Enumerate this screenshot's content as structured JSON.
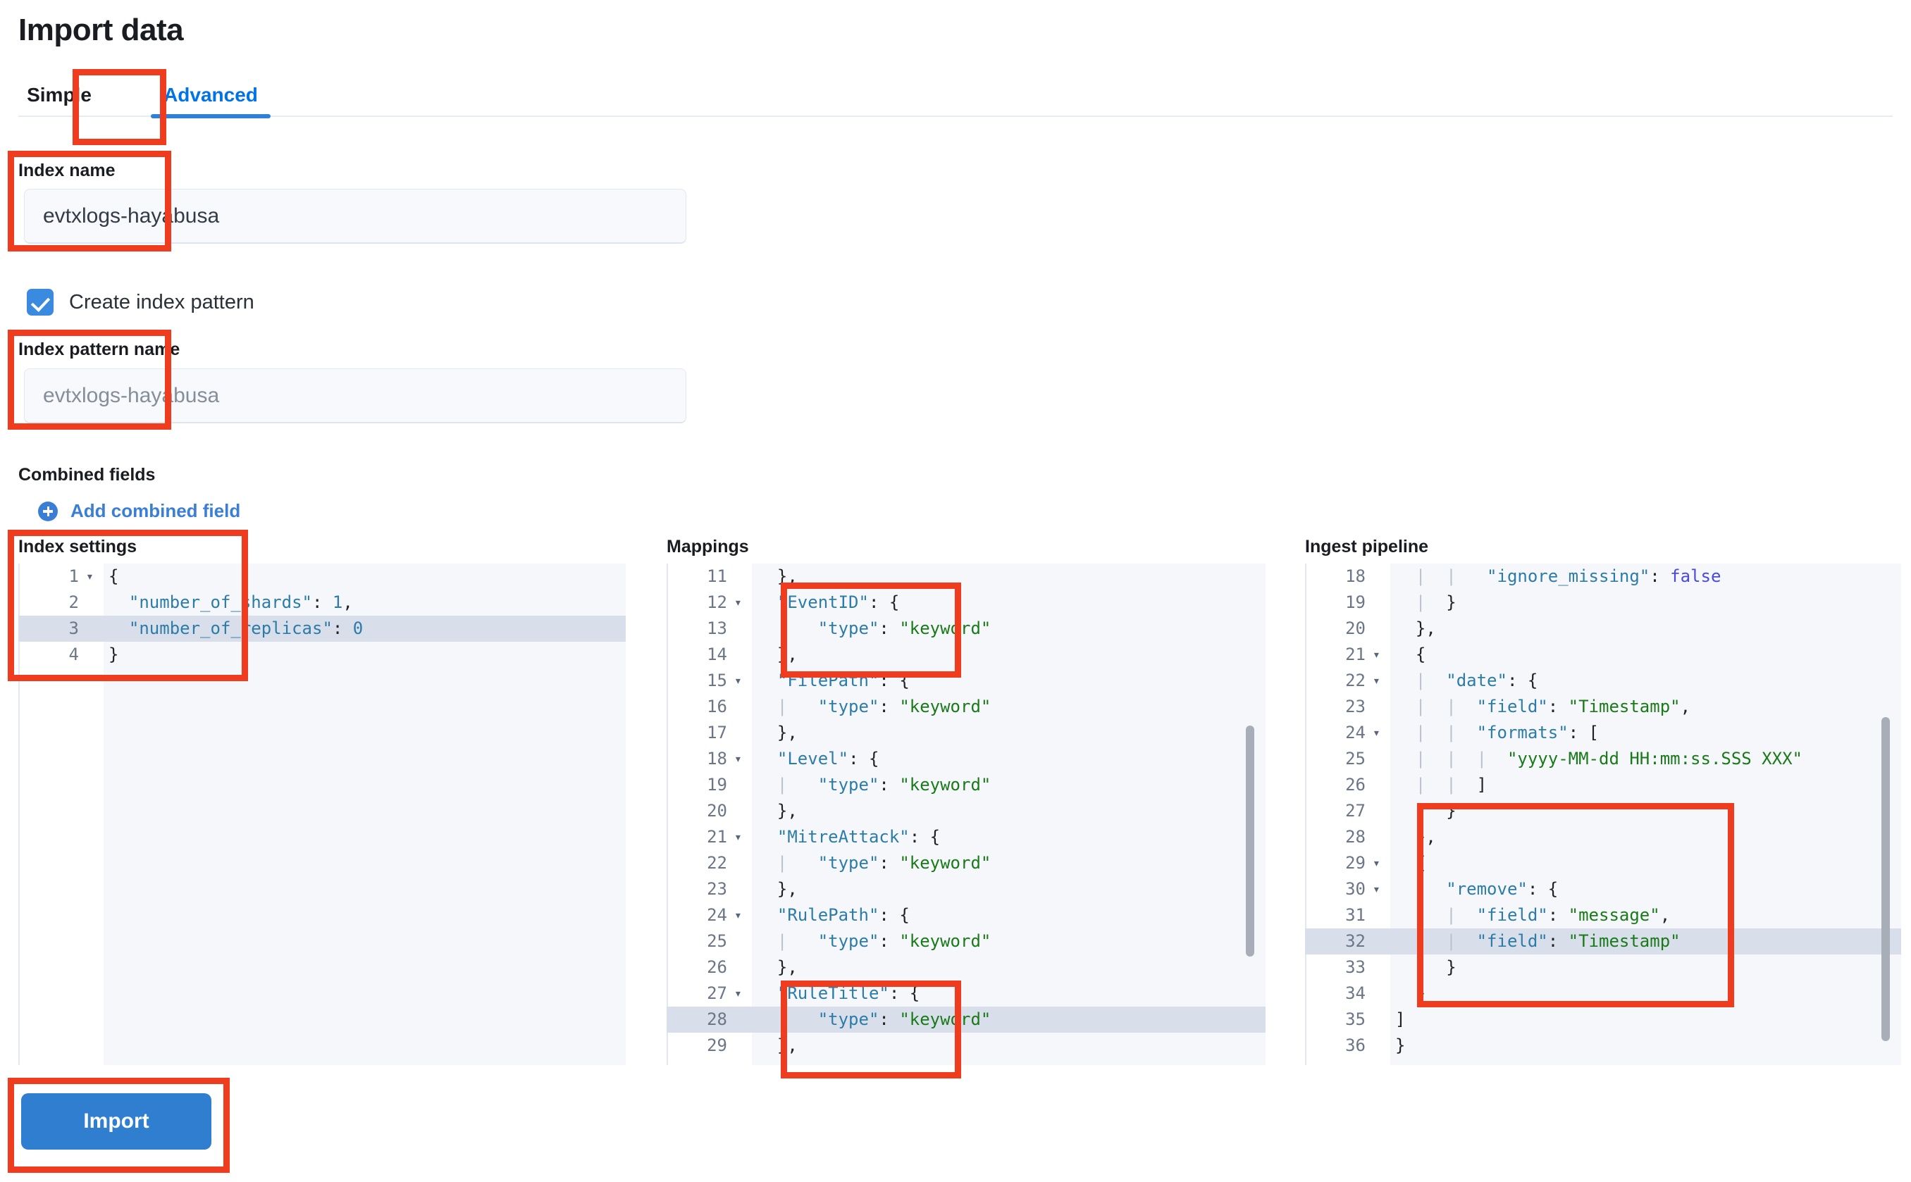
{
  "page": {
    "title": "Import data"
  },
  "tabs": [
    {
      "label": "Simple",
      "active": false
    },
    {
      "label": "Advanced",
      "active": true
    }
  ],
  "form": {
    "index_name_label": "Index name",
    "index_name_value": "evtxlogs-hayabusa",
    "create_index_pattern_label": "Create index pattern",
    "create_index_pattern_checked": true,
    "index_pattern_name_label": "Index pattern name",
    "index_pattern_name_placeholder": "evtxlogs-hayabusa",
    "combined_fields_label": "Combined fields",
    "add_combined_field_label": "Add combined field"
  },
  "editors": {
    "index_settings": {
      "title": "Index settings",
      "active_line": 3,
      "lines": [
        {
          "n": 1,
          "fold": true,
          "text": "{"
        },
        {
          "n": 2,
          "fold": false,
          "text": "  \"number_of_shards\": 1,"
        },
        {
          "n": 3,
          "fold": false,
          "text": "  \"number_of_replicas\": 0"
        },
        {
          "n": 4,
          "fold": false,
          "text": "}"
        }
      ]
    },
    "mappings": {
      "title": "Mappings",
      "active_line": 28,
      "lines": [
        {
          "n": 11,
          "fold": false,
          "text": "  },"
        },
        {
          "n": 12,
          "fold": true,
          "text": "  \"EventID\": {"
        },
        {
          "n": 13,
          "fold": false,
          "text": "  |   \"type\": \"keyword\""
        },
        {
          "n": 14,
          "fold": false,
          "text": "  },"
        },
        {
          "n": 15,
          "fold": true,
          "text": "  \"FilePath\": {"
        },
        {
          "n": 16,
          "fold": false,
          "text": "  |   \"type\": \"keyword\""
        },
        {
          "n": 17,
          "fold": false,
          "text": "  },"
        },
        {
          "n": 18,
          "fold": true,
          "text": "  \"Level\": {"
        },
        {
          "n": 19,
          "fold": false,
          "text": "  |   \"type\": \"keyword\""
        },
        {
          "n": 20,
          "fold": false,
          "text": "  },"
        },
        {
          "n": 21,
          "fold": true,
          "text": "  \"MitreAttack\": {"
        },
        {
          "n": 22,
          "fold": false,
          "text": "  |   \"type\": \"keyword\""
        },
        {
          "n": 23,
          "fold": false,
          "text": "  },"
        },
        {
          "n": 24,
          "fold": true,
          "text": "  \"RulePath\": {"
        },
        {
          "n": 25,
          "fold": false,
          "text": "  |   \"type\": \"keyword\""
        },
        {
          "n": 26,
          "fold": false,
          "text": "  },"
        },
        {
          "n": 27,
          "fold": true,
          "text": "  \"RuleTitle\": {"
        },
        {
          "n": 28,
          "fold": false,
          "text": "  |   \"type\": \"keyword\""
        },
        {
          "n": 29,
          "fold": false,
          "text": "  },"
        }
      ]
    },
    "ingest_pipeline": {
      "title": "Ingest pipeline",
      "active_line": 32,
      "lines": [
        {
          "n": 18,
          "fold": false,
          "text": "  |  |   \"ignore_missing\": false"
        },
        {
          "n": 19,
          "fold": false,
          "text": "  |  }"
        },
        {
          "n": 20,
          "fold": false,
          "text": "  },"
        },
        {
          "n": 21,
          "fold": true,
          "text": "  {"
        },
        {
          "n": 22,
          "fold": true,
          "text": "  |  \"date\": {"
        },
        {
          "n": 23,
          "fold": false,
          "text": "  |  |  \"field\": \"Timestamp\","
        },
        {
          "n": 24,
          "fold": true,
          "text": "  |  |  \"formats\": ["
        },
        {
          "n": 25,
          "fold": false,
          "text": "  |  |  |  \"yyyy-MM-dd HH:mm:ss.SSS XXX\""
        },
        {
          "n": 26,
          "fold": false,
          "text": "  |  |  ]"
        },
        {
          "n": 27,
          "fold": false,
          "text": "  |  }"
        },
        {
          "n": 28,
          "fold": false,
          "text": "  },"
        },
        {
          "n": 29,
          "fold": true,
          "text": "  {"
        },
        {
          "n": 30,
          "fold": true,
          "text": "  |  \"remove\": {"
        },
        {
          "n": 31,
          "fold": false,
          "text": "  |  |  \"field\": \"message\","
        },
        {
          "n": 32,
          "fold": false,
          "text": "  |  |  \"field\": \"Timestamp\""
        },
        {
          "n": 33,
          "fold": false,
          "text": "  |  }"
        },
        {
          "n": 34,
          "fold": false,
          "text": "  }"
        },
        {
          "n": 35,
          "fold": false,
          "text": "]"
        },
        {
          "n": 36,
          "fold": false,
          "text": "}"
        }
      ]
    }
  },
  "actions": {
    "import_label": "Import"
  },
  "colors": {
    "accent_blue": "#2f7ed0",
    "link_blue": "#3a7fd5",
    "annotation_red": "#f03c1e",
    "code_key": "#2d7ca8",
    "code_string": "#1a7a1a",
    "code_boolean": "#4a4ae0"
  }
}
